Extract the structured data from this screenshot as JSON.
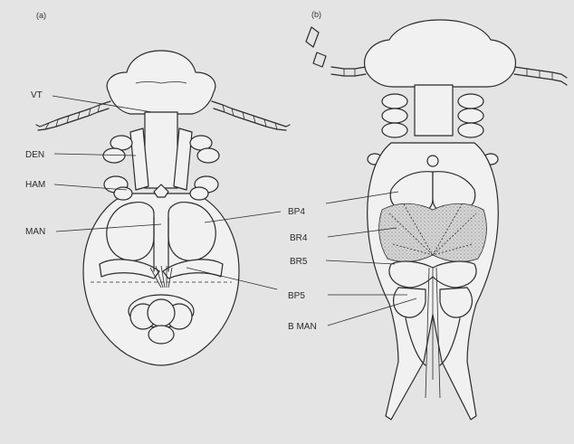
{
  "panels": {
    "a": "(a)",
    "b": "(b)"
  },
  "labels": {
    "vt": "VT",
    "den": "DEN",
    "ham": "HAM",
    "man": "MAN",
    "bp4": "BP4",
    "br4": "BR4",
    "br5": "BR5",
    "bp5": "BP5",
    "bman": "B MAN"
  },
  "colors": {
    "background": "#e4e4e4",
    "ink": "#2b2b2b",
    "shade": "#b5b5b5"
  }
}
